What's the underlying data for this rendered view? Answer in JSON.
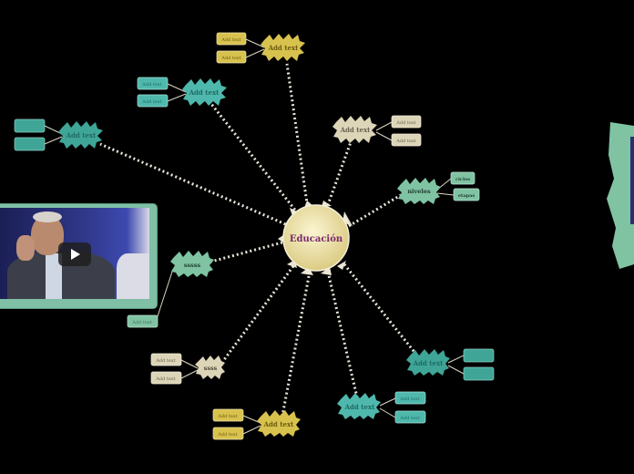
{
  "center": {
    "label": "Educación"
  },
  "branches": {
    "top": {
      "label": "Add text",
      "children": [
        "Add text",
        "Add text"
      ]
    },
    "upper_left": {
      "label": "Add text",
      "children": [
        "Add text",
        "Add text"
      ]
    },
    "far_left": {
      "label": "Add text",
      "children": [
        "",
        ""
      ]
    },
    "upper_right": {
      "label": "Add text",
      "children": [
        "Add text",
        "Add text"
      ]
    },
    "niveles": {
      "label": "niveles",
      "children": [
        "ciclos",
        "etapas"
      ]
    },
    "sssss": {
      "label": "sssss",
      "children": [
        "Add text"
      ]
    },
    "ssss": {
      "label": "ssss",
      "children": [
        "Add text",
        "Add text"
      ]
    },
    "bottom_yellow": {
      "label": "Add text",
      "children": [
        "Add text",
        "Add text"
      ]
    },
    "bottom_teal": {
      "label": "Add text",
      "children": [
        "Add text",
        "Add text"
      ]
    },
    "lower_right": {
      "label": "Add text",
      "children": [
        "",
        ""
      ]
    }
  },
  "video": {
    "caption": ""
  },
  "colors": {
    "background": "#000000",
    "center_fill": "#efe4a6",
    "center_text": "#7a2a6e",
    "yellow_node": "#d8c24e",
    "teal_node": "#4fb8ad",
    "beige_node": "#ddd5b8",
    "green_node": "#7fc3a3",
    "connector": "#e8e4d8"
  }
}
